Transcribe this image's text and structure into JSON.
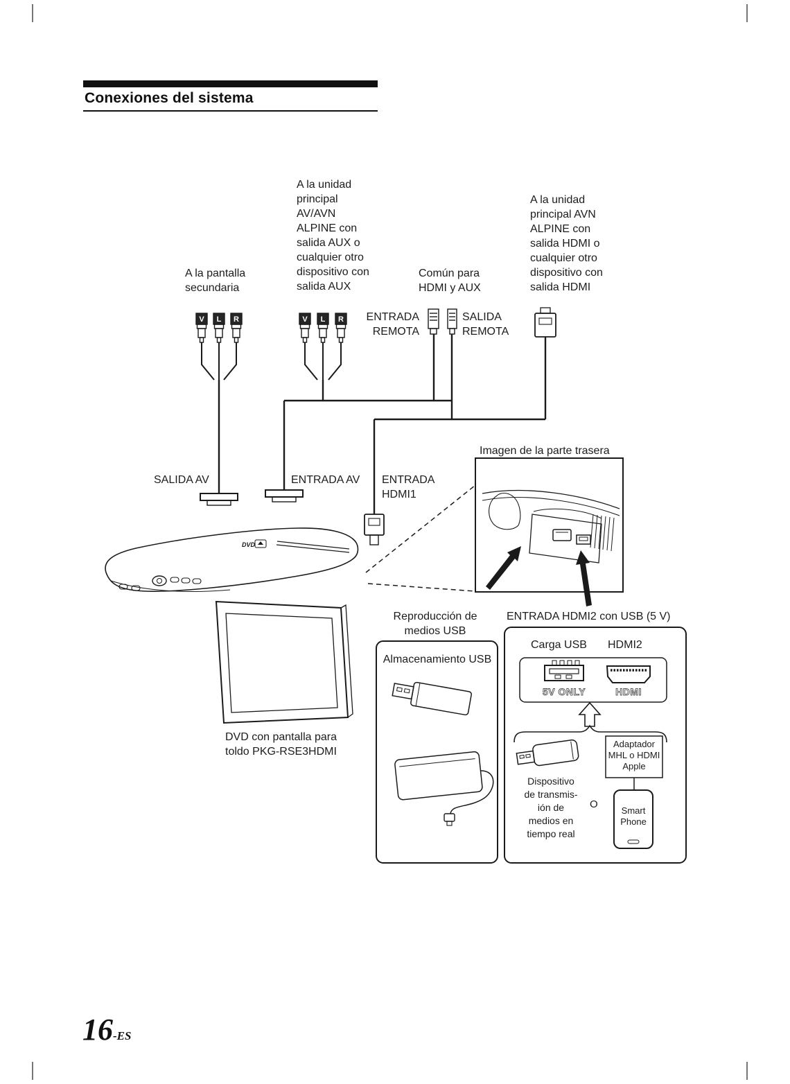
{
  "page": {
    "header": "Conexiones del sistema",
    "number": "16",
    "number_suffix": "-ES"
  },
  "connections": {
    "to_secondary_display": "A la pantalla\nsecundaria",
    "to_aux_head_unit": "A la unidad\nprincipal\nAV/AVN\nALPINE con\nsalida AUX o\ncualquier otro\ndispositivo con\nsalida AUX",
    "common_hdmi_aux": "Común para\nHDMI y AUX",
    "to_hdmi_head_unit": "A la unidad\nprincipal AVN\nALPINE con\nsalida HDMI o\ncualquier otro\ndispositivo con\nsalida HDMI",
    "remote_input": "ENTRADA\nREMOTA",
    "remote_output": "SALIDA\nREMOTA",
    "av_output": "SALIDA AV",
    "av_input": "ENTRADA AV",
    "hdmi1_input": "ENTRADA\nHDMI1",
    "rca": {
      "v": "V",
      "l": "L",
      "r": "R"
    }
  },
  "rear_view": {
    "title": "Imagen de la parte trasera"
  },
  "unit": {
    "logo": "DVD",
    "caption": "DVD con pantalla para\ntoldo PKG-RSE3HDMI"
  },
  "usb_section": {
    "playback_title": "Reproducción de\nmedios USB",
    "storage_title": "Almacenamiento USB"
  },
  "hdmi2_section": {
    "title": "ENTRADA HDMI2 con USB (5 V)",
    "charge_label": "Carga USB",
    "hdmi2_label": "HDMI2",
    "port_usb_label": "5V ONLY",
    "port_hdmi_label": "HDMI",
    "adapter_label": "Adaptador\nMHL o HDMI\nApple",
    "streaming_device_label": "Dispositivo\nde transmis-\nión de\nmedios en\ntiempo real",
    "or_label": "O",
    "smartphone_label": "Smart\nPhone"
  }
}
